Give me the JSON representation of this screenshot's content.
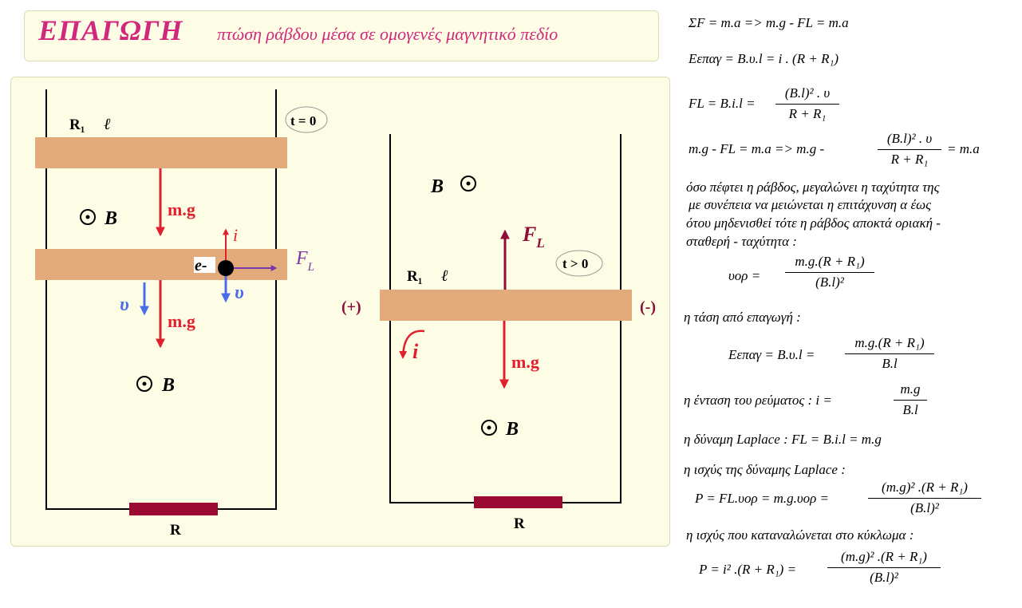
{
  "title": {
    "main": "ΕΠΑΓΩΓΗ",
    "subtitle": "πτώση ράβδου μέσα σε ομογενές μαγνητικό πεδίο"
  },
  "left_diagram": {
    "rod_label": "R₁",
    "length_symbol": "ℓ",
    "time_label": "t = 0",
    "field_label": "B",
    "weight_label": "m.g",
    "current_label": "i",
    "force_label": "F",
    "force_sub": "L",
    "electron_label": "e-",
    "velocity_label": "υ",
    "resistor_label": "R"
  },
  "right_diagram": {
    "field_label": "B",
    "force_label": "F",
    "force_sub": "L",
    "time_label": "t > 0",
    "rod_label": "R₁",
    "length_symbol": "ℓ",
    "plus_label": "(+)",
    "minus_label": "(-)",
    "current_label": "i",
    "weight_label": "m.g",
    "resistor_label": "R"
  },
  "equations": {
    "eq1": "ΣF = m.a      =>    m.g - FL = m.a",
    "eq2": "Eεπαγ = B.υ.l  = i . (R + R₁)",
    "eq3_lhs": "FL = B.i.l  =",
    "eq3_num": "(B.l)² . υ",
    "eq3_den": "R + R₁",
    "eq4_lhs": "m.g - FL = m.a  =>   m.g -",
    "eq4_num": "(B.l)² . υ",
    "eq4_den": "R + R₁",
    "eq4_rhs": "= m.a",
    "text1_l1": "όσο πέφτει η ράβδος, μεγαλώνει η ταχύτητα της",
    "text1_l2": "με συνέπεια να μειώνεται η επιτάχυνση α   έως",
    "text1_l3": "ότου μηδενισθεί  τότε η ράβδος αποκτά οριακή -",
    "text1_l4": "σταθερή - ταχύτητα :",
    "v_lhs": "υορ  =",
    "v_num": "m.g.(R + R₁)",
    "v_den": "(B.l)²",
    "text2": "η τάση από επαγωγή :",
    "e_lhs": "Eεπαγ = B.υ.l  =",
    "e_num": "m.g.(R + R₁)",
    "e_den": "B.l",
    "text3": "η ένταση του ρεύματος :    i  =",
    "i_num": "m.g",
    "i_den": "B.l",
    "text4": "η δύναμη Laplace :   FL = B.i.l  = m.g",
    "text5": "η ισχύς της δύναμης Laplace :",
    "p1_lhs": "P = FL.υορ = m.g.υορ  =",
    "p1_num": "(m.g)² .(R + R₁)",
    "p1_den": "(B.l)²",
    "text6": "η ισχύς που καταναλώνεται στο κύκλωμα :",
    "p2_lhs": "P = i² .(R + R₁)  =",
    "p2_num": "(m.g)² .(R + R₁)",
    "p2_den": "(B.l)²"
  },
  "colors": {
    "title": "#d0287c",
    "rod": "#e3ab7c",
    "resistor": "#9a0a32",
    "red_arrow": "#e0202c",
    "blue_arrow": "#4a6ee8",
    "purple_arrow": "#7a3aa8",
    "dark_red_arrow": "#900c3c"
  }
}
